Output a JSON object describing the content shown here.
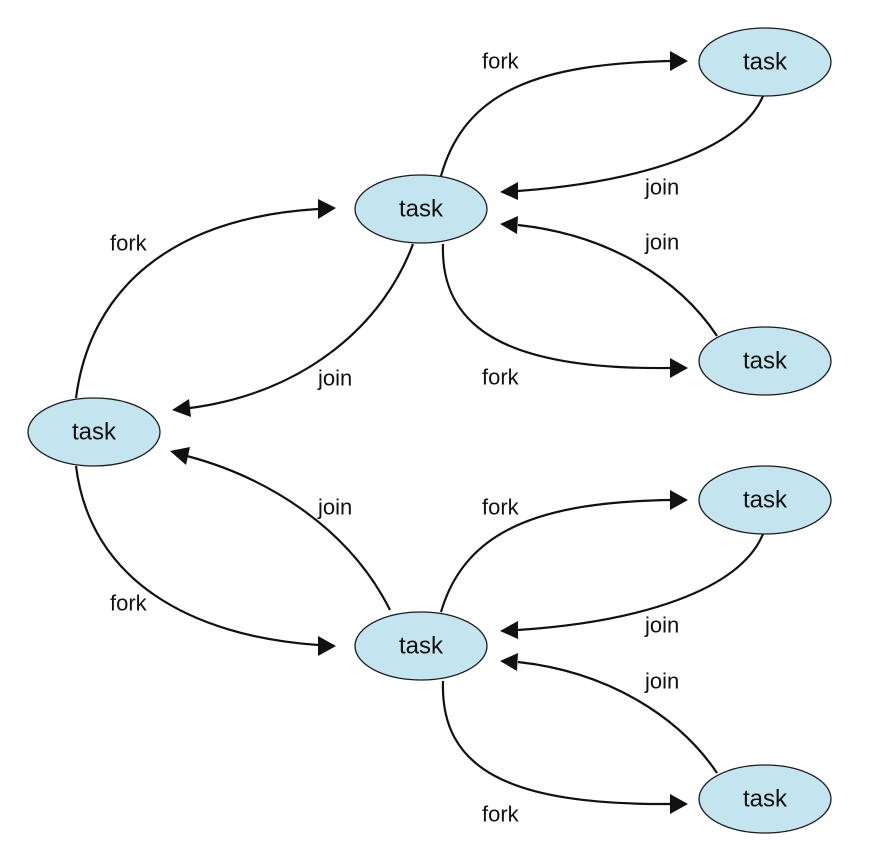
{
  "colors": {
    "node_fill": "#c4e4ef",
    "node_stroke": "#1a1a1a",
    "edge": "#111111",
    "text": "#111111"
  },
  "nodes": [
    {
      "id": "root",
      "label": "task"
    },
    {
      "id": "mid-top",
      "label": "task"
    },
    {
      "id": "mid-bottom",
      "label": "task"
    },
    {
      "id": "leaf-1",
      "label": "task"
    },
    {
      "id": "leaf-2",
      "label": "task"
    },
    {
      "id": "leaf-3",
      "label": "task"
    },
    {
      "id": "leaf-4",
      "label": "task"
    }
  ],
  "edges": [
    {
      "id": "root-fork-top",
      "from": "root",
      "to": "mid-top",
      "label": "fork"
    },
    {
      "id": "top-join-root",
      "from": "mid-top",
      "to": "root",
      "label": "join"
    },
    {
      "id": "root-fork-bottom",
      "from": "root",
      "to": "mid-bottom",
      "label": "fork"
    },
    {
      "id": "bottom-join-root",
      "from": "mid-bottom",
      "to": "root",
      "label": "join"
    },
    {
      "id": "top-fork-leaf1",
      "from": "mid-top",
      "to": "leaf-1",
      "label": "fork"
    },
    {
      "id": "leaf1-join-top",
      "from": "leaf-1",
      "to": "mid-top",
      "label": "join"
    },
    {
      "id": "leaf2-join-top",
      "from": "leaf-2",
      "to": "mid-top",
      "label": "join"
    },
    {
      "id": "top-fork-leaf2",
      "from": "mid-top",
      "to": "leaf-2",
      "label": "fork"
    },
    {
      "id": "bottom-fork-leaf3",
      "from": "mid-bottom",
      "to": "leaf-3",
      "label": "fork"
    },
    {
      "id": "leaf3-join-bottom",
      "from": "leaf-3",
      "to": "mid-bottom",
      "label": "join"
    },
    {
      "id": "leaf4-join-bottom",
      "from": "leaf-4",
      "to": "mid-bottom",
      "label": "join"
    },
    {
      "id": "bottom-fork-leaf4",
      "from": "mid-bottom",
      "to": "leaf-4",
      "label": "fork"
    }
  ]
}
